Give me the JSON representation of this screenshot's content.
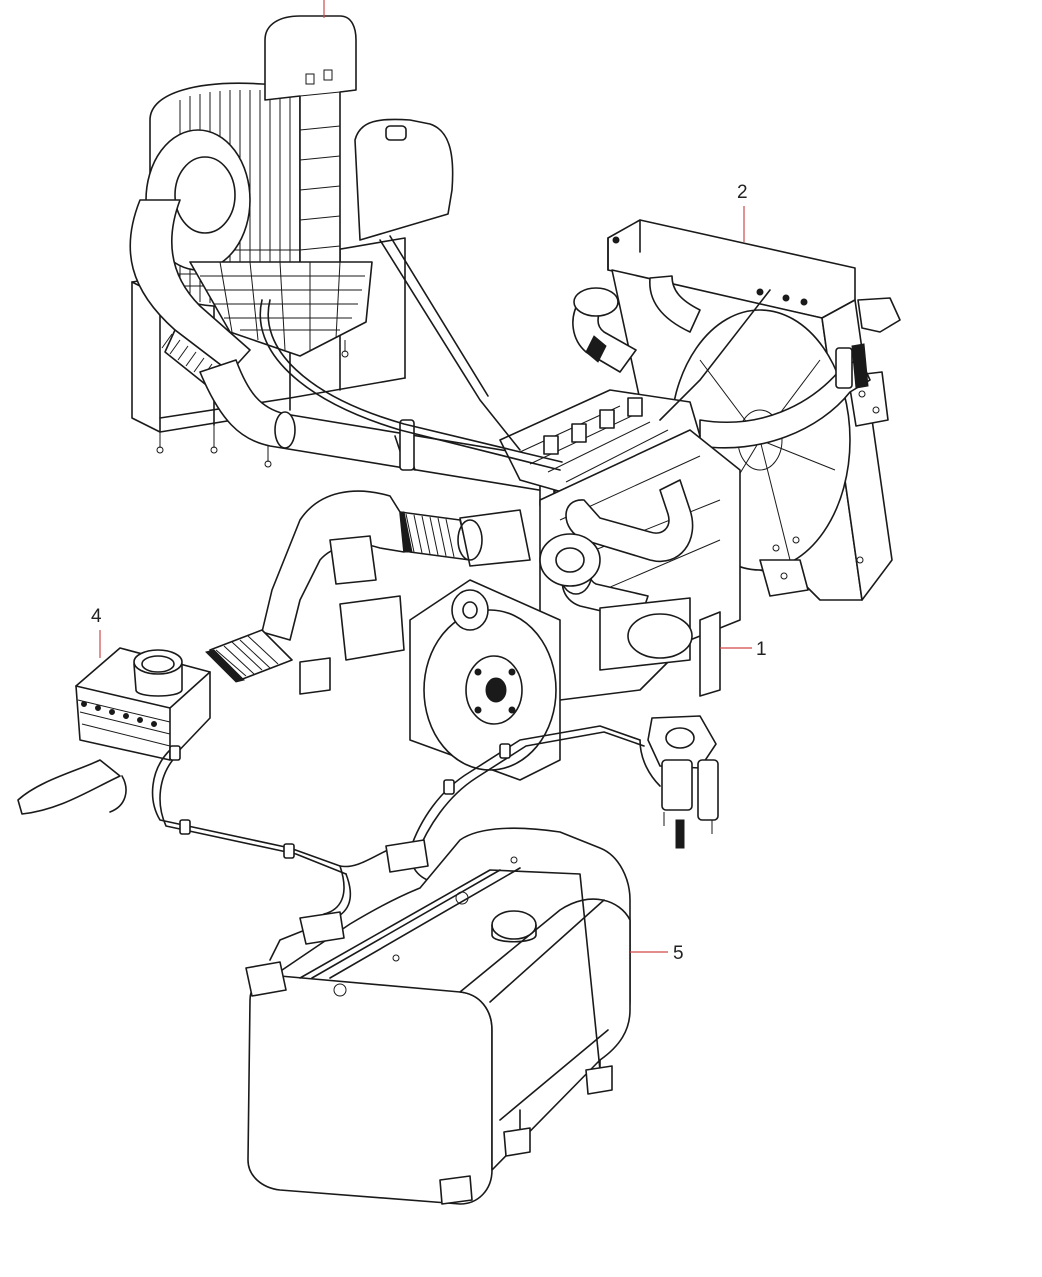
{
  "callouts": {
    "engine": {
      "label": "1"
    },
    "radiator": {
      "label": "2"
    },
    "muffler": {
      "label": "4"
    },
    "fuel_tank": {
      "label": "5"
    }
  },
  "colors": {
    "line": "#1a1a1a",
    "leader": "#d04848",
    "background": "#ffffff"
  }
}
